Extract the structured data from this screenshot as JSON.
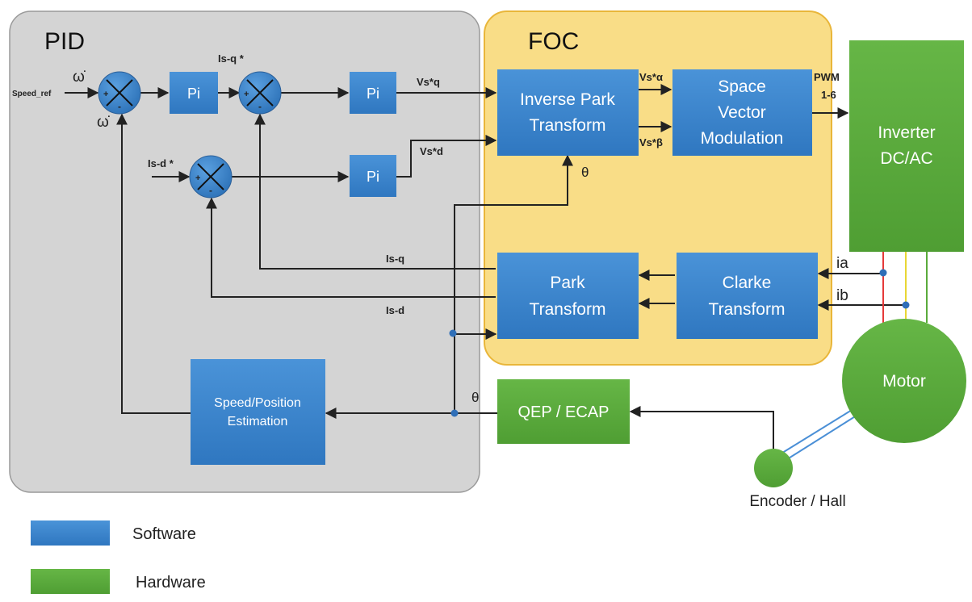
{
  "regions": {
    "pid": {
      "title": "PID"
    },
    "foc": {
      "title": "FOC"
    }
  },
  "blocks": {
    "pi_speed": "Pi",
    "pi_q": "Pi",
    "pi_d": "Pi",
    "inverse_park": [
      "Inverse Park",
      "Transform"
    ],
    "svm": [
      "Space",
      "Vector",
      "Modulation"
    ],
    "inverter": [
      "Inverter",
      "DC/AC"
    ],
    "park": [
      "Park",
      "Transform"
    ],
    "clarke": [
      "Clarke",
      "Transform"
    ],
    "speed_estimation": [
      "Speed/Position",
      "Estimation"
    ],
    "qep": "QEP / ECAP",
    "motor": "Motor",
    "encoder": "Encoder / Hall"
  },
  "signals": {
    "speed_ref": "Speed_ref",
    "omega_ref": "ω̇",
    "omega_fb": "ω̇",
    "isq_ref": "Is-q *",
    "isd_ref": "Is-d *",
    "vsq": "Vs*q",
    "vsd": "Vs*d",
    "vs_alpha": "Vs*α",
    "vs_beta": "Vs*β",
    "pwm_line1": "PWM",
    "pwm_line2": "1-6",
    "theta_ip": "θ",
    "theta_qep": "θ",
    "isq": "Is-q",
    "isd": "Is-d",
    "ia": "ia",
    "ib": "ib"
  },
  "summing": {
    "plus": "+",
    "minus": "-"
  },
  "legend": {
    "software": "Software",
    "hardware": "Hardware"
  },
  "colors": {
    "software_block": "#3d87cf",
    "hardware_block": "#5aab3b",
    "pid_region": "#d4d4d4",
    "foc_region": "#f9dd87",
    "phase_red": "#e53a3a",
    "phase_yellow": "#e8d634",
    "phase_green": "#5aab3b",
    "node_blue": "#2f6fb8"
  }
}
